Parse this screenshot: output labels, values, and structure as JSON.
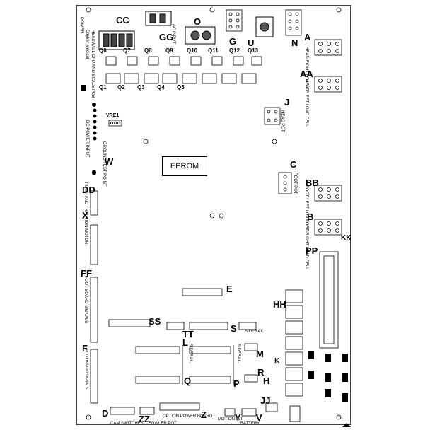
{
  "board": {
    "eprom_label": "EPROM",
    "vre_label": "VRE1",
    "title_line1": "POWER",
    "title_line2": "Stryker Medical",
    "title_line3": "HEADWALL CPU AND SCALE PCB",
    "connectors": {
      "CC": "CC",
      "GG": "GG",
      "O": "O",
      "G": "G",
      "U": "U",
      "A": "A",
      "N": "N",
      "AA": "AA",
      "J": "J",
      "C": "C",
      "BB": "BB",
      "B": "B",
      "W": "W",
      "DD": "DD",
      "X": "X",
      "FF": "FF",
      "F": "F",
      "PP": "PP",
      "KK": "KK",
      "E": "E",
      "HH": "HH",
      "SS": "SS",
      "TT": "TT",
      "S": "S",
      "L": "L",
      "Q": "Q",
      "M": "M",
      "P": "P",
      "R": "R",
      "H": "H",
      "JJ": "JJ",
      "D": "D",
      "ZZ": "ZZ",
      "Z": "Z",
      "Y": "Y",
      "V": "V",
      "K": "K"
    },
    "captions": {
      "ac_input": "AC INPUT",
      "load_cell_head_right": "HEAD RIGHT LOAD CELL",
      "load_cell_head_left": "HEAD LEFT LOAD CELL",
      "load_cell_foot_left": "FOOT LEFT LOAD CELL",
      "load_cell_foot_right": "FOOT RIGHT LOAD CELL",
      "head_pot": "HEAD POT",
      "foot_pot": "FOOT POT",
      "cam_switches": "CAM SWITCHES",
      "fowler_pot": "FOWLER POT",
      "option_power_board": "OPTION POWER BOARD",
      "motion_int": "MOTION INT",
      "battery": "BATTERY",
      "siderail": "SIDERAIL",
      "foot_board_signals": "FOOT BOARD SIGNALS",
      "pump_motor": "PUMP AND TRACTION MOTOR",
      "dc_power_input": "DC POWER INPUT",
      "ground_test": "GROUND TEST POINT"
    },
    "relays": [
      "Q1",
      "Q2",
      "Q3",
      "Q4",
      "Q5",
      "Q6",
      "Q7",
      "Q8",
      "Q9",
      "Q10",
      "Q11",
      "Q12",
      "Q13"
    ]
  }
}
